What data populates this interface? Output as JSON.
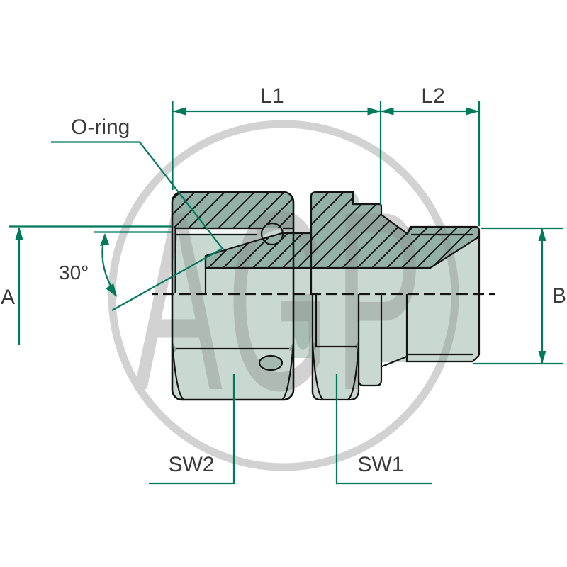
{
  "diagram": {
    "type": "technical-drawing-cross-section",
    "subject": "hydraulic adapter fitting with swivel nut, male stud and O-ring",
    "labels": {
      "l1": "L1",
      "l2": "L2",
      "a": "A",
      "b": "B",
      "sw1": "SW1",
      "sw2": "SW2",
      "o_ring": "O-ring",
      "angle": "30°"
    },
    "watermark_text": "AGP",
    "colors": {
      "annotation_green": "#00795c",
      "label_text": "#3a3a3a",
      "body_light_green": "#c9d8d1",
      "section_hatch_green": "#93b1a6",
      "accent_mid_green": "#a3bbaf",
      "outline_black": "#141414",
      "watermark_gray": "#d9d9d9",
      "background": "#ffffff"
    }
  }
}
